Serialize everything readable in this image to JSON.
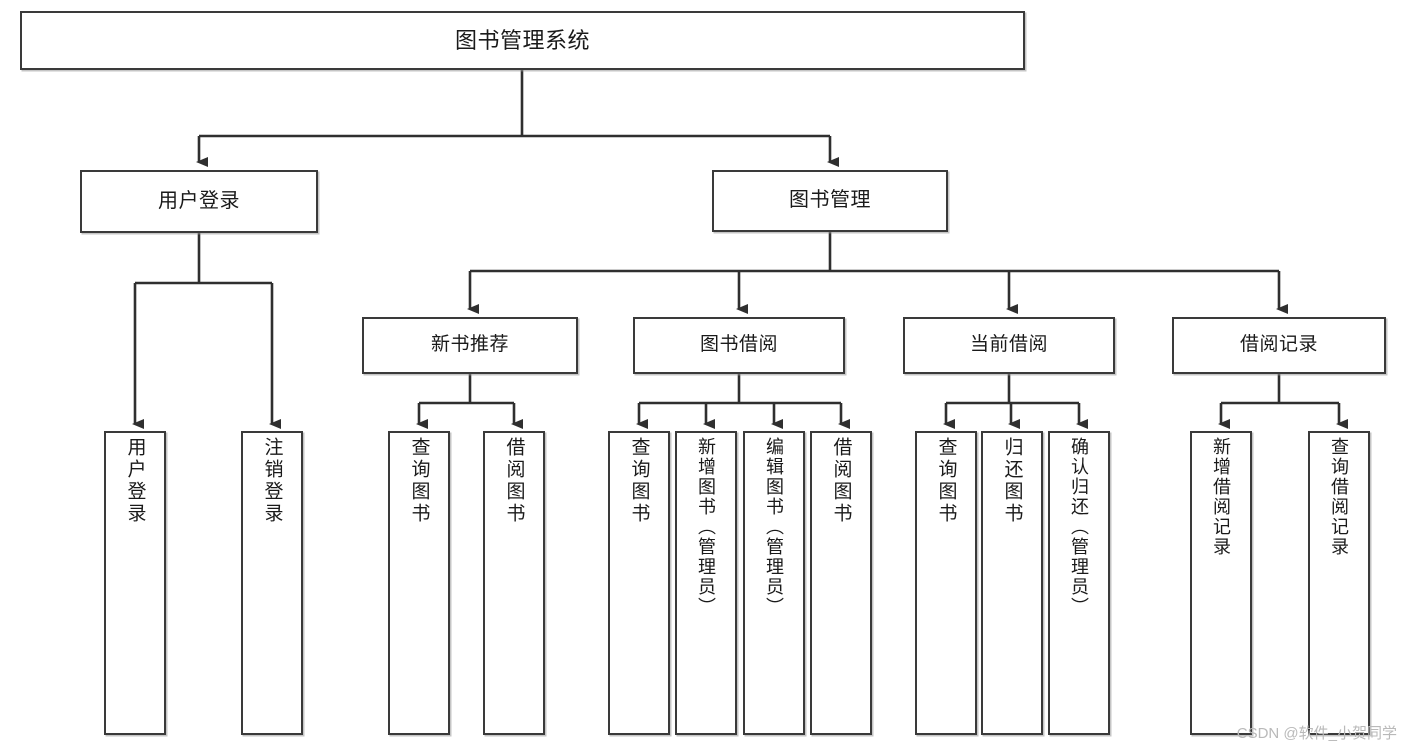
{
  "diagram": {
    "type": "tree-hierarchy-chart",
    "title": "图书管理系统",
    "watermark": "CSDN @软件_小贺同学",
    "colors": {
      "box_border": "#3a3a3a",
      "box_fill": "#ffffff",
      "connector": "#2f2f2f",
      "text": "#1a1a1a",
      "watermark": "#b9b9b9"
    },
    "root": {
      "id": "root",
      "label": "图书管理系统"
    },
    "level1": [
      {
        "id": "user-login",
        "label": "用户登录"
      },
      {
        "id": "book-manage",
        "label": "图书管理"
      }
    ],
    "level2": [
      {
        "id": "new-book-recommend",
        "label": "新书推荐",
        "parent": "book-manage"
      },
      {
        "id": "book-borrow",
        "label": "图书借阅",
        "parent": "book-manage"
      },
      {
        "id": "current-borrow",
        "label": "当前借阅",
        "parent": "book-manage"
      },
      {
        "id": "borrow-record",
        "label": "借阅记录",
        "parent": "book-manage"
      }
    ],
    "leaves": [
      {
        "id": "leaf-user-login",
        "label": "用户登录",
        "parent": "user-login"
      },
      {
        "id": "leaf-logout",
        "label": "注销登录",
        "parent": "user-login"
      },
      {
        "id": "leaf-query-book-1",
        "label": "查询图书",
        "parent": "new-book-recommend"
      },
      {
        "id": "leaf-borrow-book-1",
        "label": "借阅图书",
        "parent": "new-book-recommend"
      },
      {
        "id": "leaf-query-book-2",
        "label": "查询图书",
        "parent": "book-borrow"
      },
      {
        "id": "leaf-add-book",
        "label": "新增图书（管理员）",
        "parent": "book-borrow"
      },
      {
        "id": "leaf-edit-book",
        "label": "编辑图书（管理员）",
        "parent": "book-borrow"
      },
      {
        "id": "leaf-borrow-book-2",
        "label": "借阅图书",
        "parent": "book-borrow"
      },
      {
        "id": "leaf-query-book-3",
        "label": "查询图书",
        "parent": "current-borrow"
      },
      {
        "id": "leaf-return-book",
        "label": "归还图书",
        "parent": "current-borrow"
      },
      {
        "id": "leaf-confirm-return",
        "label": "确认归还（管理员）",
        "parent": "current-borrow"
      },
      {
        "id": "leaf-add-record",
        "label": "新增借阅记录",
        "parent": "borrow-record"
      },
      {
        "id": "leaf-query-record",
        "label": "查询借阅记录",
        "parent": "borrow-record"
      }
    ]
  }
}
